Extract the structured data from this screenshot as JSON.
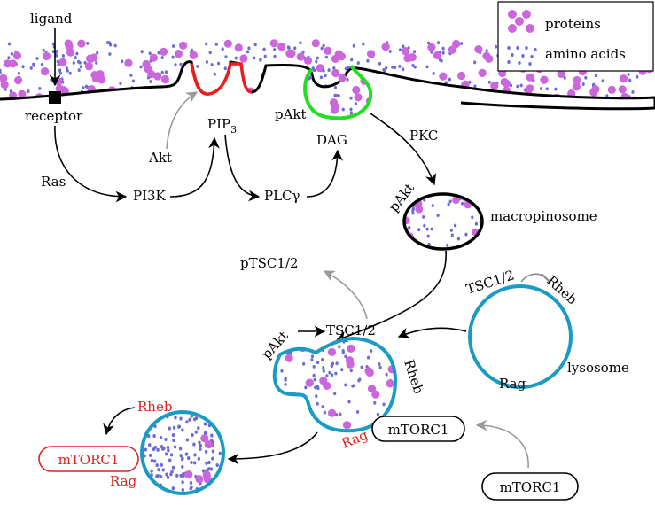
{
  "legend": {
    "proteins": "proteins",
    "amino_acids": "amino acids"
  },
  "labels": {
    "ligand": "ligand",
    "receptor": "receptor",
    "ras": "Ras",
    "pi3k": "PI3K",
    "akt": "Akt",
    "pip3_base": "PIP",
    "pip3_sub": "3",
    "plcg": "PLCγ",
    "pakt_top": "pAkt",
    "dag": "DAG",
    "pkc": "PKC",
    "pakt_macro": "pAkt",
    "macropinosome": "macropinosome",
    "ptsc": "pTSC1/2",
    "pakt_mid": "pAkt",
    "tsc_mid": "TSC1/2",
    "rheb_mid": "Rheb",
    "rag_mid": "Rag",
    "mtorc1_mid": "mTORC1",
    "tsc_lys": "TSC1/2",
    "rheb_lys": "Rheb",
    "rag_lys": "Rag",
    "lysosome": "lysosome",
    "mtorc1_bottom": "mTORC1",
    "rheb_left": "Rheb",
    "mtorc1_left": "mTORC1",
    "rag_left": "Rag"
  },
  "colors": {
    "protein": "#cc66dd",
    "amino_acid": "#6a6ad8",
    "lysosome_blue": "#1a9bc4",
    "pip3_red": "#ee1c1c",
    "dag_green": "#22dd22",
    "red_text": "#dd2222",
    "grey_arrow": "#999999"
  }
}
